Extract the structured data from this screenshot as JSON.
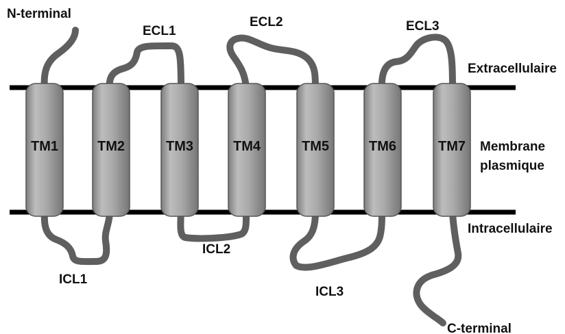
{
  "helices": [
    "TM1",
    "TM2",
    "TM3",
    "TM4",
    "TM5",
    "TM6",
    "TM7"
  ],
  "terminals": {
    "n": "N-terminal",
    "c": "C-terminal"
  },
  "extracellular_loops": [
    "ECL1",
    "ECL2",
    "ECL3"
  ],
  "intracellular_loops": [
    "ICL1",
    "ICL2",
    "ICL3"
  ],
  "regions": {
    "extracellular": "Extracellulaire",
    "membrane_line1": "Membrane",
    "membrane_line2": "plasmique",
    "intracellular": "Intracellulaire"
  },
  "colors": {
    "background": "#ffffff",
    "membrane_line": "#000000",
    "helix_fill": "#a6a6a6",
    "loop_stroke": "#5f5f5f",
    "text": "#111111"
  }
}
